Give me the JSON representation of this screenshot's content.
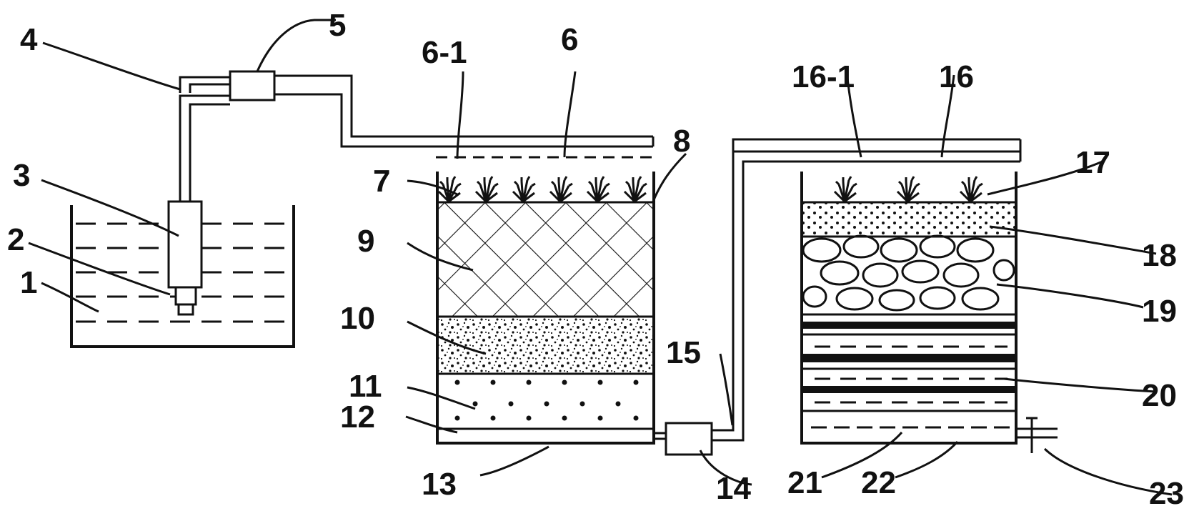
{
  "labels": {
    "l1": "1",
    "l2": "2",
    "l3": "3",
    "l4": "4",
    "l5": "5",
    "l6": "6",
    "l6_1": "6-1",
    "l7": "7",
    "l8": "8",
    "l9": "9",
    "l10": "10",
    "l11": "11",
    "l12": "12",
    "l13": "13",
    "l14": "14",
    "l15": "15",
    "l16": "16",
    "l16_1": "16-1",
    "l17": "17",
    "l18": "18",
    "l19": "19",
    "l20": "20",
    "l21": "21",
    "l22": "22",
    "l23": "23"
  }
}
